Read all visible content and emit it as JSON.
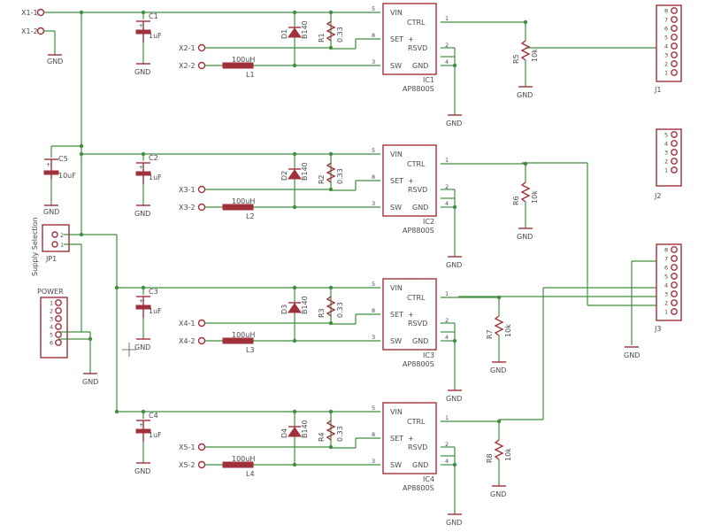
{
  "schematic": {
    "regulators": [
      {
        "ic": "IC1",
        "part": "AP8800S",
        "diode": "D1",
        "diode_val": "B140",
        "r": "R1",
        "r_val": "0.33",
        "l": "L1",
        "l_val": "100uH",
        "c": "C1",
        "c_val": "1uF",
        "set_pin": "X2-1",
        "sw_pin": "X2-2",
        "rp": "R5",
        "rp_val": "10k"
      },
      {
        "ic": "IC2",
        "part": "AP8800S",
        "diode": "D2",
        "diode_val": "B140",
        "r": "R2",
        "r_val": "0.33",
        "l": "L2",
        "l_val": "100uH",
        "c": "C2",
        "c_val": "1uF",
        "set_pin": "X3-1",
        "sw_pin": "X3-2",
        "rp": "R6",
        "rp_val": "10k"
      },
      {
        "ic": "IC3",
        "part": "AP8800S",
        "diode": "D3",
        "diode_val": "B140",
        "r": "R3",
        "r_val": "0.33",
        "l": "L3",
        "l_val": "100uH",
        "c": "C3",
        "c_val": "1uF",
        "set_pin": "X4-1",
        "sw_pin": "X4-2",
        "rp": "R7",
        "rp_val": "10k"
      },
      {
        "ic": "IC4",
        "part": "AP8800S",
        "diode": "D4",
        "diode_val": "B140",
        "r": "R4",
        "r_val": "0.33",
        "l": "L4",
        "l_val": "100uH",
        "c": "C4",
        "c_val": "1uF",
        "set_pin": "X5-1",
        "sw_pin": "X5-2",
        "rp": "R8",
        "rp_val": "10k"
      }
    ],
    "ic_pins": {
      "vin": "VIN",
      "ctrl": "CTRL",
      "set": "SET",
      "rsvd": "RSVD",
      "sw": "SW",
      "gnd": "GND",
      "plus": "+",
      "n5": "5",
      "n4": "4",
      "n3": "3",
      "n2": "2",
      "n1": "1",
      "n8": "8"
    },
    "input": {
      "x1_1": "X1-1",
      "x1_2": "X1-2"
    },
    "c5": {
      "ref": "C5",
      "val": "10uF"
    },
    "gnd_label": "GND",
    "jp1": {
      "ref": "JP1",
      "caption": "Supply Selection",
      "pin1": "1",
      "pin2": "2"
    },
    "power": {
      "ref": "POWER",
      "pins": [
        "1",
        "2",
        "3",
        "4",
        "5",
        "6"
      ]
    },
    "j1": {
      "ref": "J1",
      "pins": [
        "8",
        "7",
        "6",
        "5",
        "4",
        "3",
        "2",
        "1"
      ]
    },
    "j2": {
      "ref": "J2",
      "pins": [
        "5",
        "4",
        "3",
        "2",
        "1"
      ]
    },
    "j3": {
      "ref": "J3",
      "pins": [
        "8",
        "7",
        "6",
        "5",
        "4",
        "3",
        "2",
        "1"
      ]
    },
    "colors": {
      "wire": "#3f8f3f",
      "part": "#a0303a",
      "text": "#4a4a4a"
    }
  }
}
